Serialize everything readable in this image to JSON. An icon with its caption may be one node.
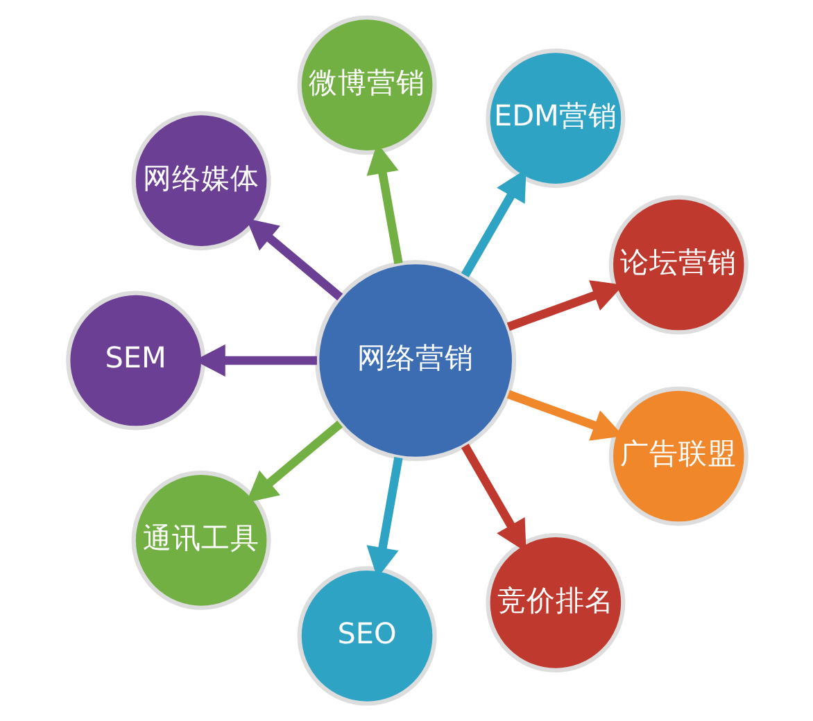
{
  "diagram": {
    "nodes": [
      {
        "text": [
          "网络营销"
        ]
      },
      {
        "text": [
          "论坛营销"
        ]
      },
      {
        "text": [
          "EDM营销"
        ]
      },
      {
        "text": [
          "微博营销"
        ]
      },
      {
        "text": [
          "网络媒体"
        ]
      },
      {
        "text": [
          "SEM"
        ]
      },
      {
        "text": [
          "通讯工具"
        ]
      },
      {
        "text": [
          "SEO"
        ]
      },
      {
        "text": [
          "竞价排名"
        ]
      },
      {
        "text": [
          "广告联盟"
        ]
      }
    ],
    "edges": [
      {
        "from": 0,
        "to": 1,
        "arrow": "to",
        "color": "#c0392f"
      },
      {
        "from": 0,
        "to": 3,
        "arrow": "to",
        "color": "#72b043"
      },
      {
        "from": 0,
        "to": 5,
        "arrow": "to",
        "color": "#6b3f93"
      },
      {
        "from": 0,
        "to": 7,
        "arrow": "to",
        "color": "#2ea3c4"
      },
      {
        "from": 0,
        "to": 9,
        "arrow": "to",
        "color": "#f0872a"
      },
      {
        "from": 0,
        "to": 8,
        "arrow": "to",
        "color": "#c0392f"
      },
      {
        "from": 0,
        "to": 6,
        "arrow": "to",
        "color": "#72b043"
      },
      {
        "from": 0,
        "to": 4,
        "arrow": "to",
        "color": "#6b3f93"
      },
      {
        "from": 0,
        "to": 2,
        "arrow": "to",
        "color": "#2ea3c4"
      }
    ]
  }
}
